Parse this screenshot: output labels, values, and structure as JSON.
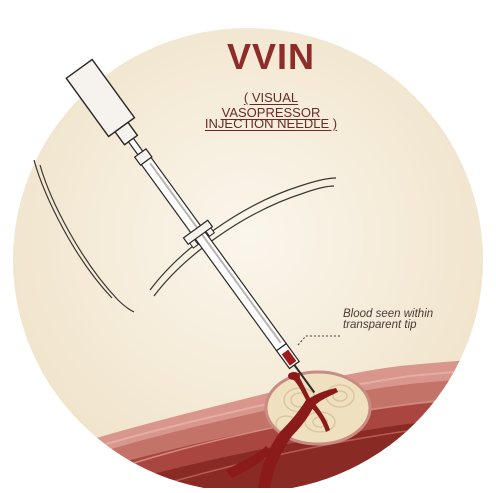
{
  "title": "VVIN",
  "subtitle_line1": "( VISUAL VASOPRESSOR",
  "subtitle_line2": "INJECTION NEEDLE )",
  "annotation_line1": "Blood seen within",
  "annotation_line2": "transparent tip",
  "colors": {
    "background": "#f3ead9",
    "title": "#8e2c2a",
    "blood": "#8b1a1a",
    "tissue": "#c97a72",
    "fibroid": "#efe0bf",
    "outline": "#2a2624"
  }
}
